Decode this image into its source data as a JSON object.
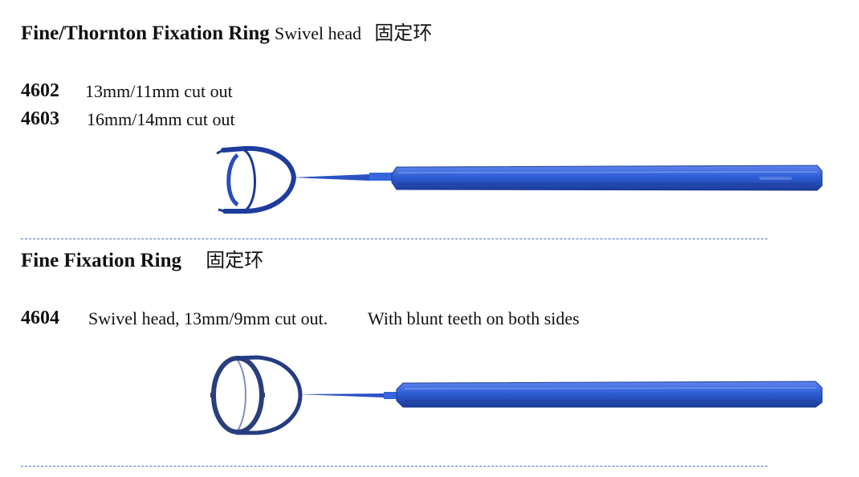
{
  "section1": {
    "title_bold": "Fine/Thornton Fixation Ring",
    "title_sub": "Swivel head",
    "title_cjk": "固定环",
    "items": [
      {
        "code": "4602",
        "desc": "13mm/11mm cut out"
      },
      {
        "code": "4603",
        "desc": "16mm/14mm cut out"
      }
    ]
  },
  "section2": {
    "title_bold": "Fine Fixation Ring",
    "title_cjk": "固定环",
    "items": [
      {
        "code": "4604",
        "desc": "Swivel head, 13mm/9mm cut out.",
        "note": "With blunt teeth on both sides"
      }
    ]
  },
  "colors": {
    "instrument_blue": "#2f5fd6",
    "instrument_dark": "#1b3a96",
    "divider": "#4a6fd0"
  }
}
